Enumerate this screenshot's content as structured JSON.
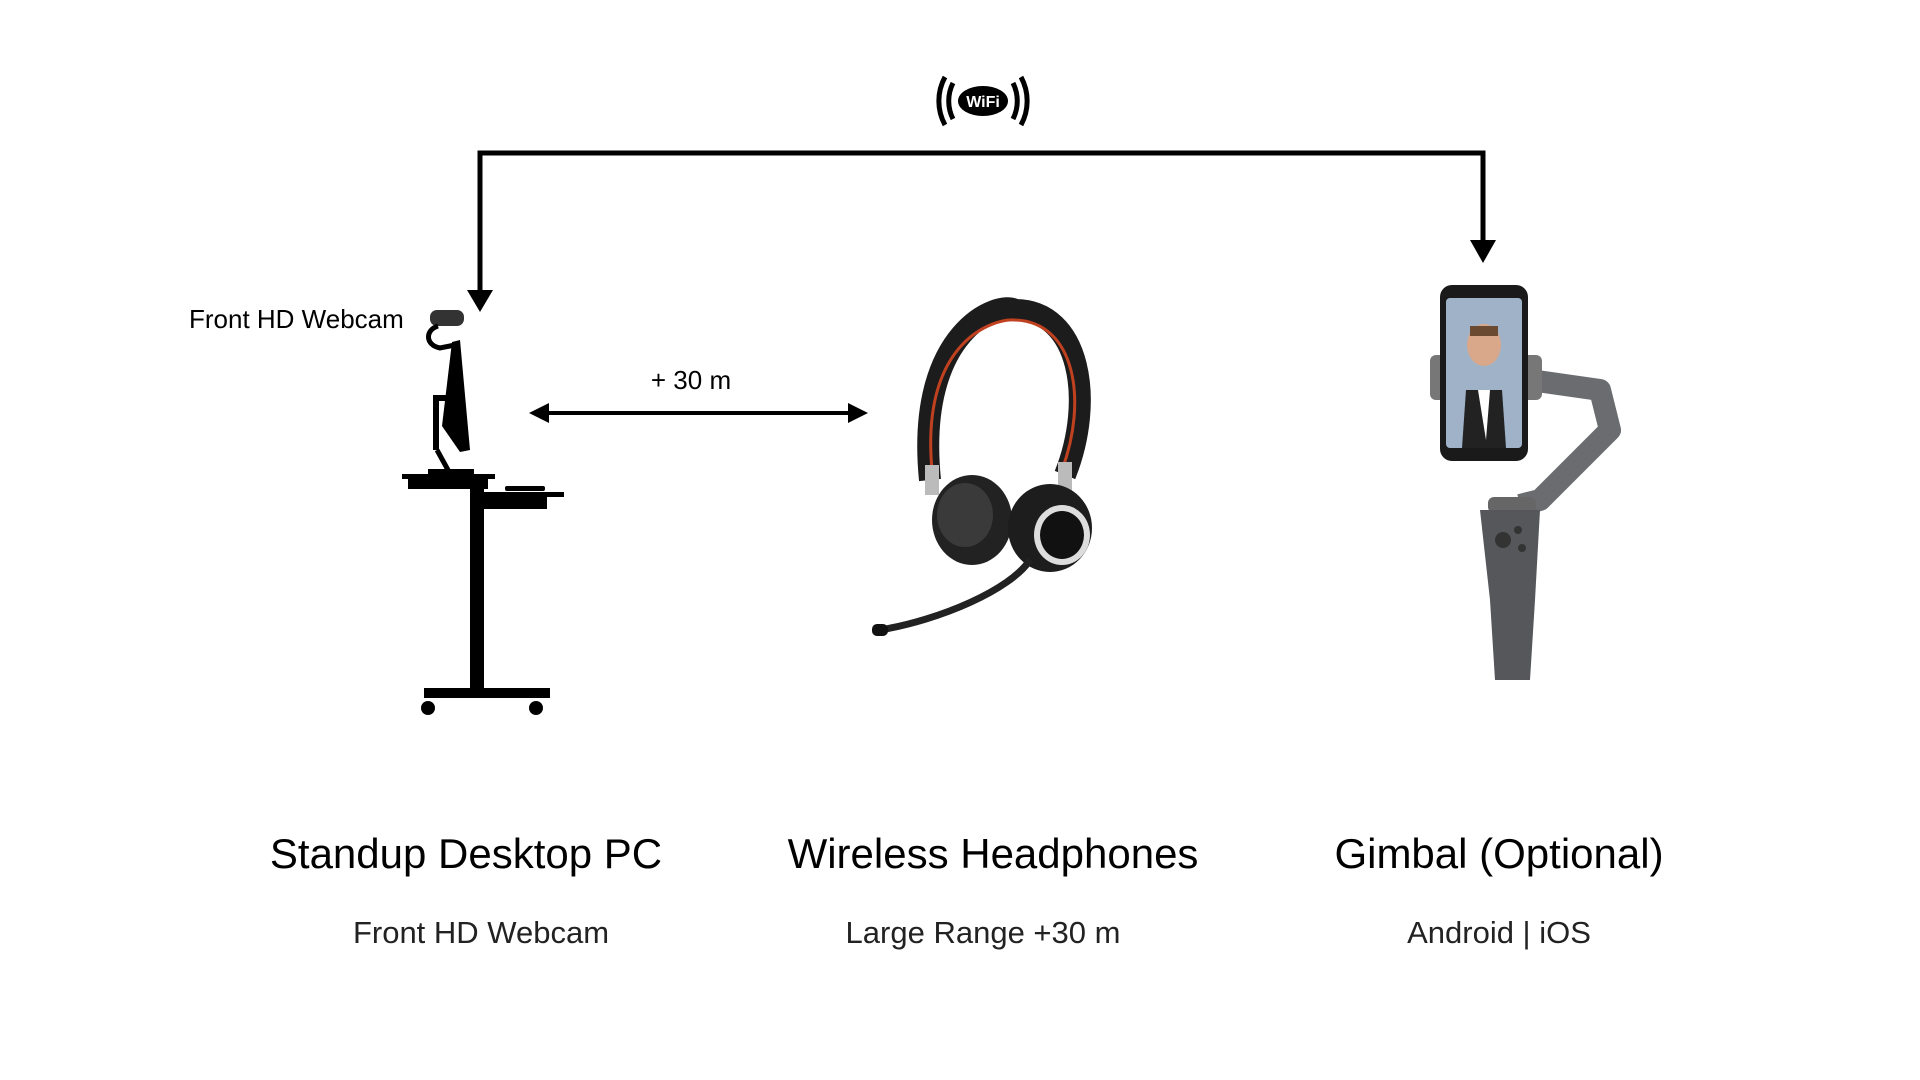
{
  "connection": {
    "icon": "wifi-icon",
    "wifi_text": "WiFi"
  },
  "webcam_label": "Front HD Webcam",
  "range_label": "+ 30 m",
  "devices": [
    {
      "title": "Standup Desktop PC",
      "subtitle": "Front HD Webcam"
    },
    {
      "title": "Wireless Headphones",
      "subtitle": "Large Range +30 m"
    },
    {
      "title": "Gimbal (Optional)",
      "subtitle": "Android | iOS"
    }
  ],
  "colors": {
    "line": "#000000",
    "headphone_accent": "#c0411f",
    "gimbal": "#5a5c60"
  }
}
